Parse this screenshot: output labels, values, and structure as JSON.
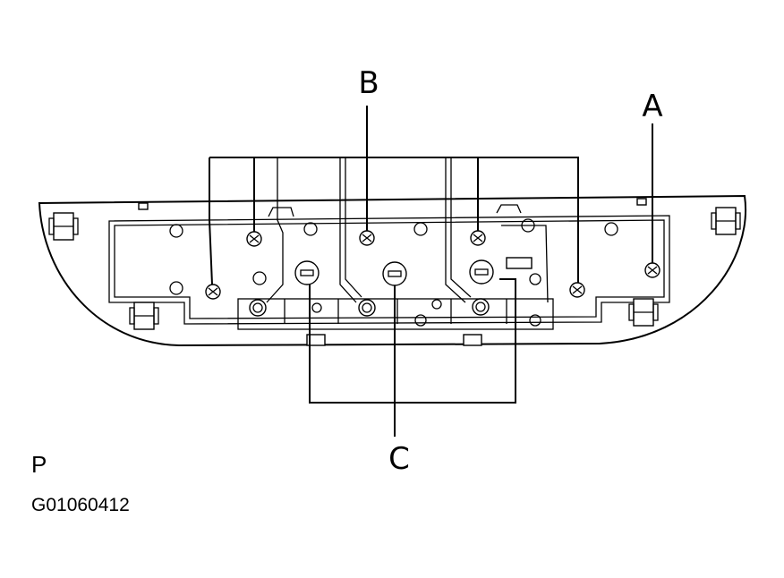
{
  "labels": {
    "a": "A",
    "b": "B",
    "c": "C"
  },
  "view_code": "P",
  "figure_id": "G01060412"
}
